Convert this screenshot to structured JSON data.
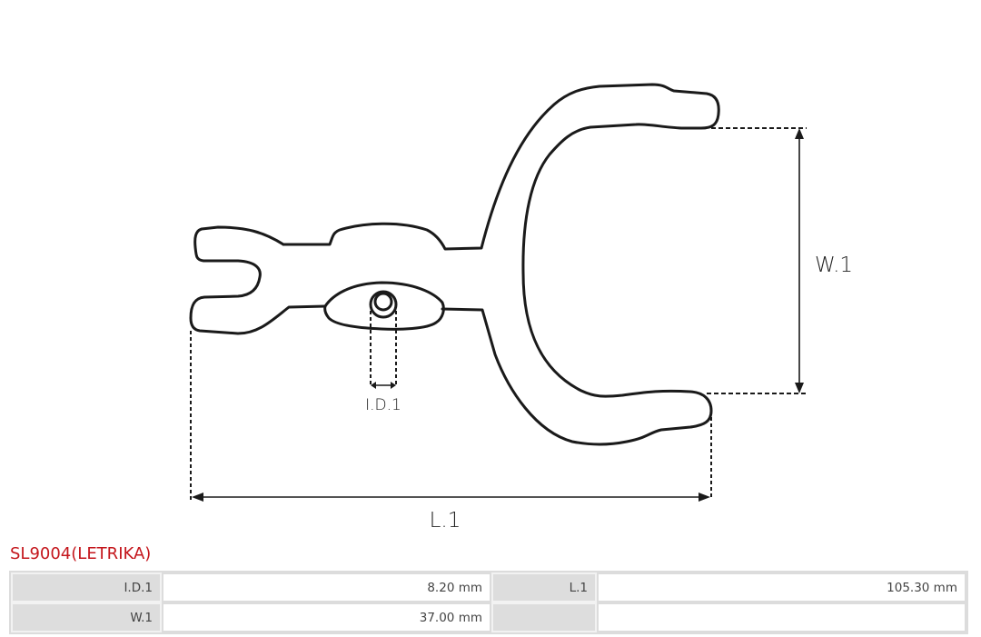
{
  "product": {
    "title": "SL9004(LETRIKA)",
    "title_color": "#c4161c"
  },
  "diagram": {
    "labels": {
      "inner_diameter": "I.D.1",
      "width": "W.1",
      "length": "L.1"
    },
    "line_color": "#1a1a1a"
  },
  "specs": {
    "rows": [
      {
        "label_a": "I.D.1",
        "value_a": "8.20 mm",
        "label_b": "L.1",
        "value_b": "105.30 mm"
      },
      {
        "label_a": "W.1",
        "value_a": "37.00 mm",
        "label_b": "",
        "value_b": ""
      }
    ]
  }
}
